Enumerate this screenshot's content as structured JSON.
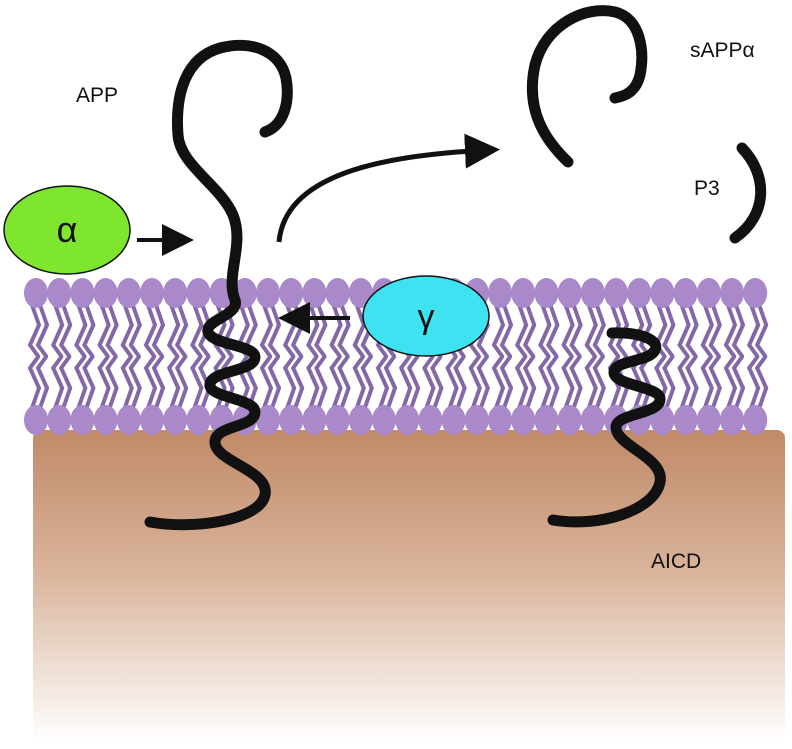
{
  "labels": {
    "app": "APP",
    "sappa": "sAPPα",
    "p3": "P3",
    "aicd": "AICD"
  },
  "enzymes": {
    "alpha": {
      "symbol": "α",
      "color": "#7ee62e"
    },
    "gamma": {
      "symbol": "γ",
      "color": "#3de3f0"
    }
  },
  "colors": {
    "membrane": "#a989c9",
    "membrane_tail": "#8467a6",
    "cytoplasm_top": "#c08a68",
    "cytoplasm_bottom": "#ffffff",
    "protein": "#111111"
  }
}
